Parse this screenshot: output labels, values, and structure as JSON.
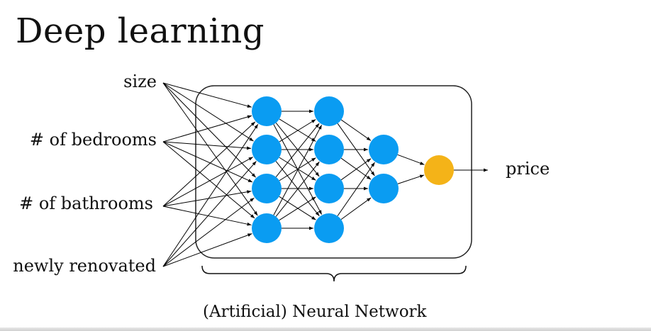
{
  "title": "Deep learning",
  "inputs": [
    "size",
    "# of bedrooms",
    "# of bathrooms",
    "newly renovated"
  ],
  "output": "price",
  "caption": "(Artificial) Neural Network",
  "layers": [
    4,
    4,
    2,
    1
  ],
  "colors": {
    "hidden_node": "#0a9cf2",
    "output_node": "#f4b318",
    "edge": "#000000",
    "box": "#222222"
  }
}
